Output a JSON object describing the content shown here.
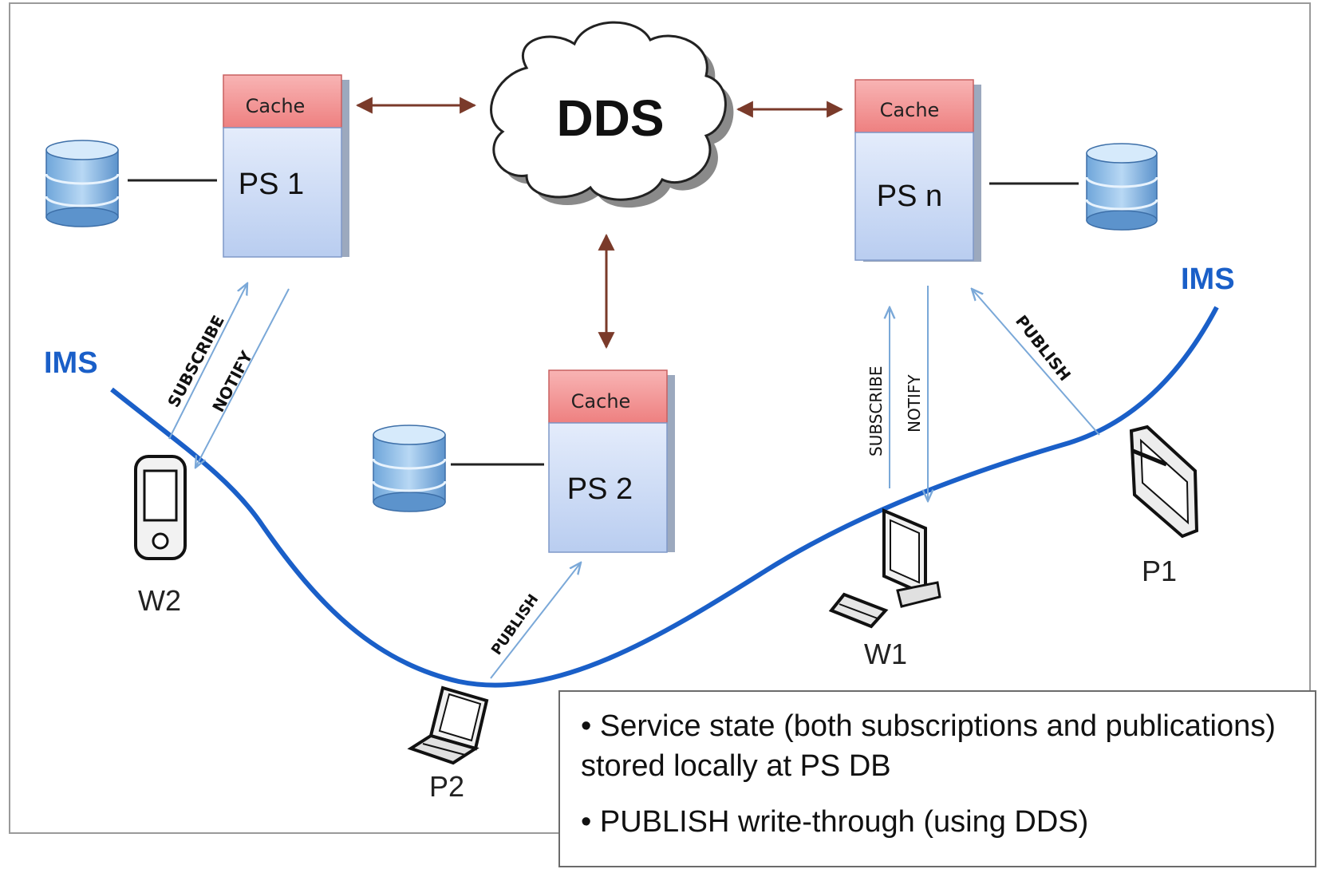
{
  "cloud": {
    "label": "DDS"
  },
  "servers": {
    "ps1": {
      "cache_label": "Cache",
      "name": "PS 1"
    },
    "ps2": {
      "cache_label": "Cache",
      "name": "PS 2"
    },
    "psn": {
      "cache_label": "Cache",
      "name": "PS n"
    }
  },
  "networks": {
    "left": "IMS",
    "right": "IMS"
  },
  "devices": {
    "w2": "W2",
    "p2": "P2",
    "w1": "W1",
    "p1": "P1"
  },
  "messages": {
    "w2_subscribe": "SUBSCRIBE",
    "w2_notify": "NOTIFY",
    "p2_publish": "PUBLISH",
    "w1_subscribe": "SUBSCRIBE",
    "w1_notify": "NOTIFY",
    "p1_publish": "PUBLISH"
  },
  "notes": [
    "• Service state (both subscriptions and publications) stored locally at PS DB",
    "• PUBLISH write-through (using DDS)"
  ],
  "colors": {
    "cache_fill": "#f08c8c",
    "server_fill": "#c8d8f4",
    "db_fill": "#9cc4ea",
    "ims_curve": "#1a5fc8",
    "dds_arrow": "#7a3a2a",
    "msg_arrow": "#7aa8d8"
  }
}
